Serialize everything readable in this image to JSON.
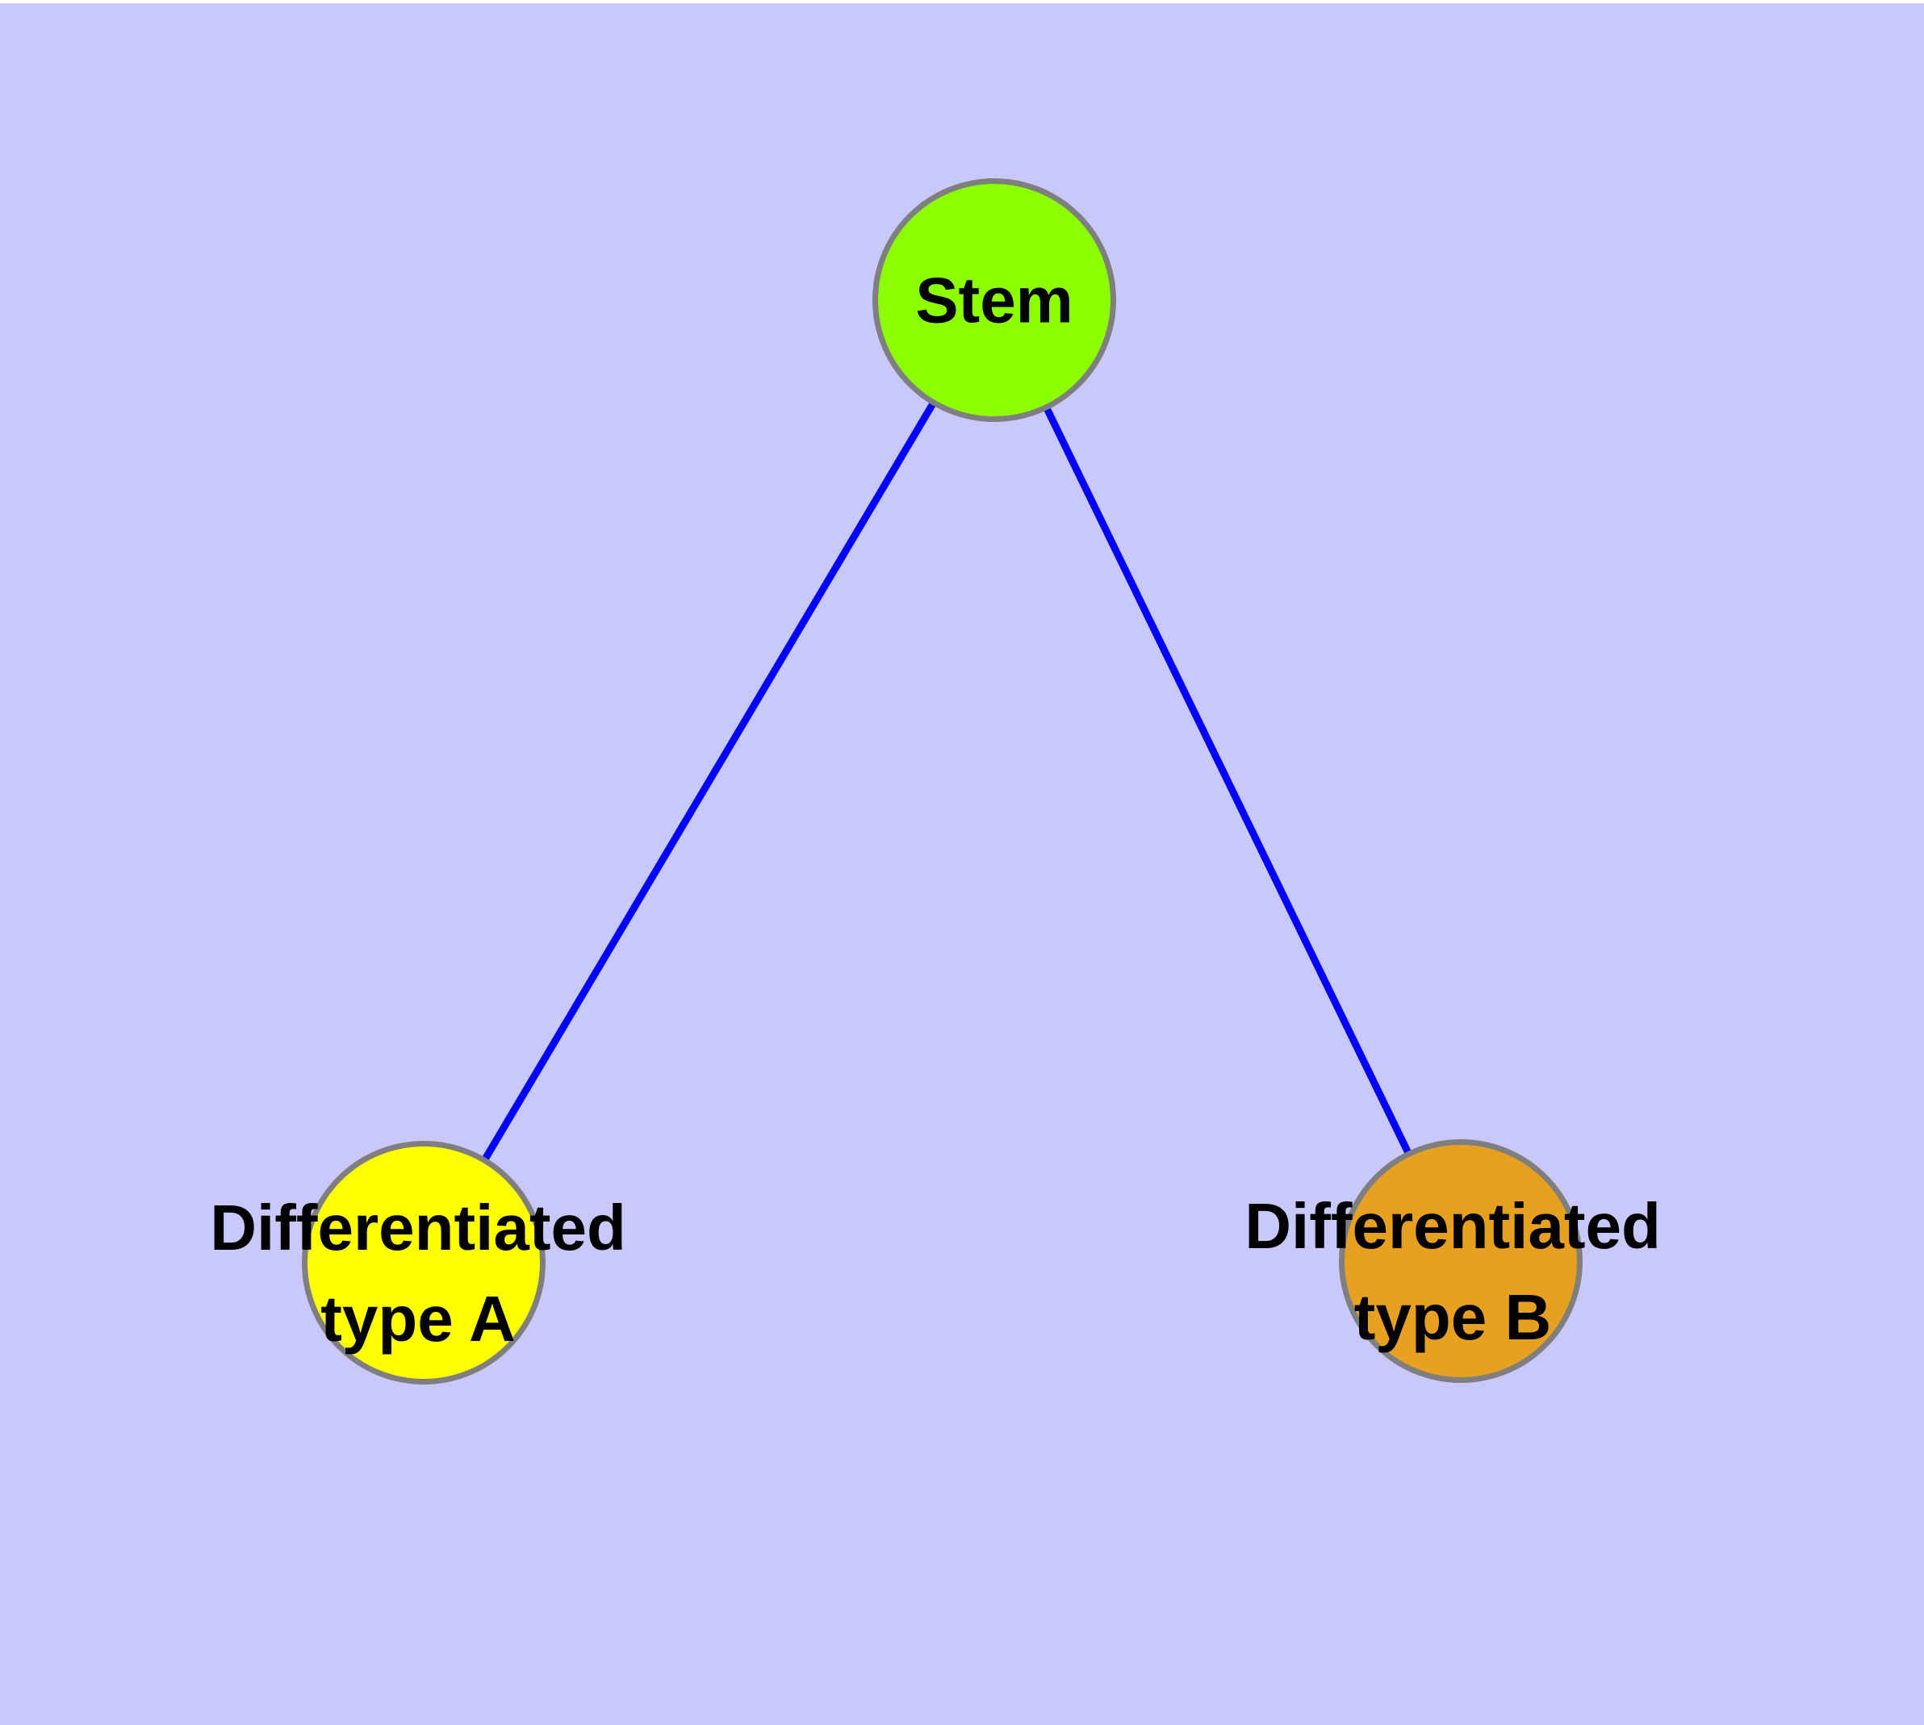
{
  "diagram": {
    "background_color": "#C8C8FA",
    "edge_color": "#0000FF",
    "node_border_color": "#7F7F7F",
    "text_color": "#000000",
    "nodes": [
      {
        "id": "stem",
        "label": "Stem",
        "label_line2": "",
        "fill": "#8CFF00"
      },
      {
        "id": "type-a",
        "label": "Differentiated",
        "label_line2": "type A",
        "fill": "#FFFF00"
      },
      {
        "id": "type-b",
        "label": "Differentiated",
        "label_line2": "type B",
        "fill": "#E8A020"
      }
    ],
    "edges": [
      {
        "from": "stem",
        "to": "type-a"
      },
      {
        "from": "stem",
        "to": "type-b"
      }
    ]
  }
}
